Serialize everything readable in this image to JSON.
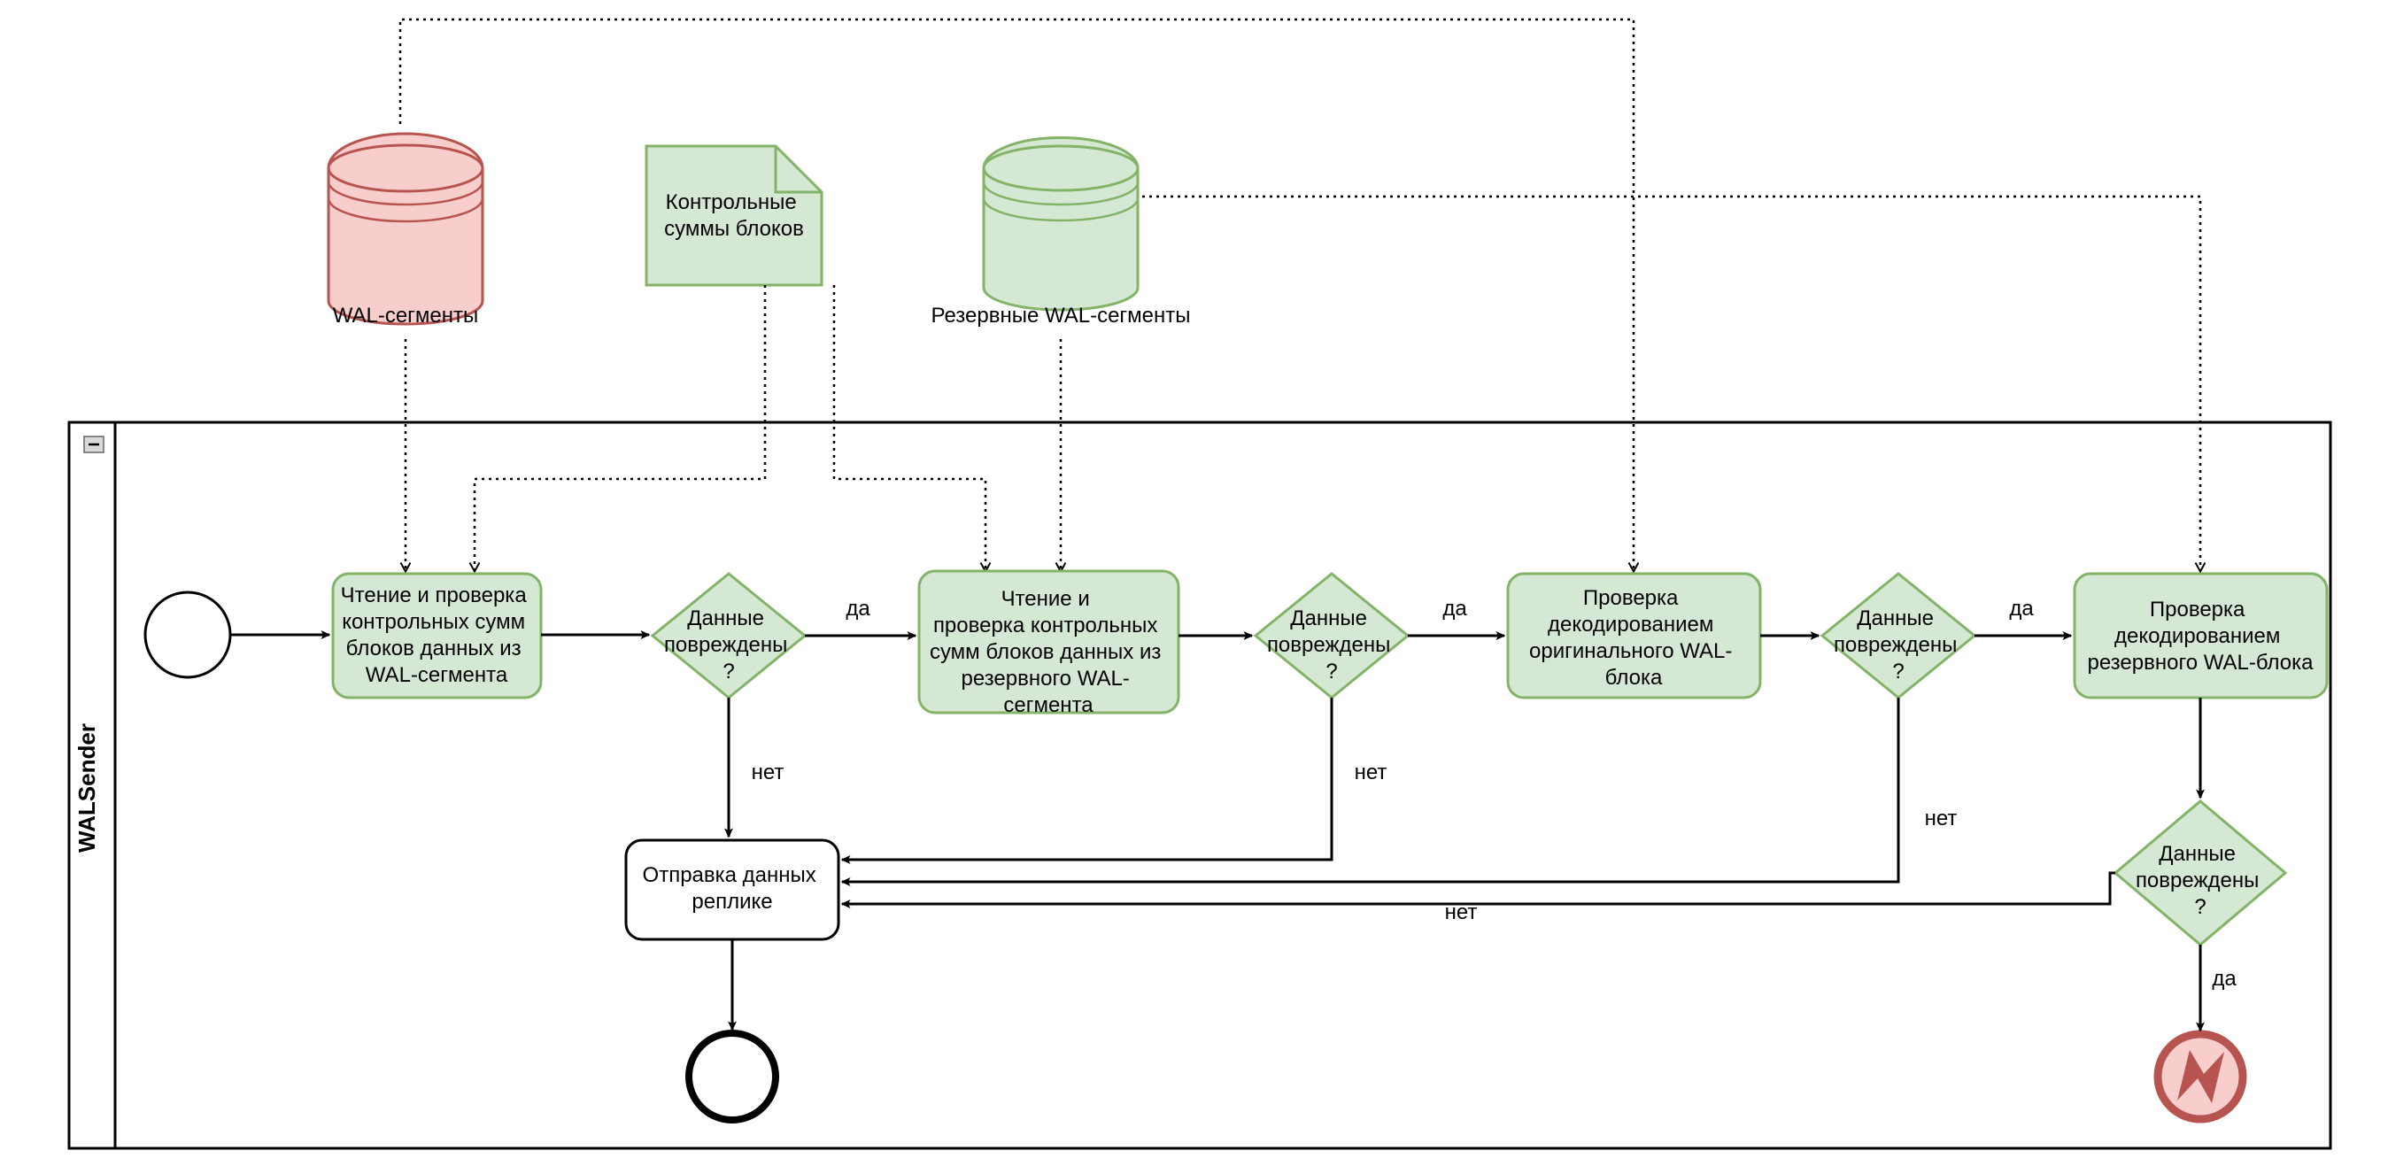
{
  "diagram": {
    "type": "bpmn-flowchart",
    "pool": {
      "label": "WALSender",
      "collapse_icon": "minus-icon"
    },
    "colors": {
      "green_fill": "#d5e8d4",
      "green_stroke": "#82b366",
      "pink_fill": "#f8cecc",
      "pink_stroke": "#b85450",
      "line": "#000000",
      "background": "#ffffff"
    },
    "data_stores": [
      {
        "id": "wal-segments",
        "label": "WAL-сегменты",
        "shape": "cylinder",
        "style": "pink"
      },
      {
        "id": "block-checksums",
        "label": "Контрольные суммы блоков",
        "shape": "note",
        "style": "green"
      },
      {
        "id": "backup-wal-segments",
        "label": "Резервные WAL-сегменты",
        "shape": "cylinder",
        "style": "green"
      }
    ],
    "events": [
      {
        "id": "start-event",
        "type": "start",
        "label": ""
      },
      {
        "id": "end-event",
        "type": "end",
        "label": ""
      },
      {
        "id": "error-end-event",
        "type": "error-end",
        "label": "",
        "icon": "lightning-bolt-icon"
      }
    ],
    "tasks": [
      {
        "id": "task-read-check-wal",
        "label": "Чтение и проверка контрольных сумм блоков данных из WAL-сегмента",
        "style": "green"
      },
      {
        "id": "task-read-check-backup-wal",
        "label": "Чтение и проверка контрольных сумм блоков данных из резервного WAL-сегмента",
        "style": "green"
      },
      {
        "id": "task-decode-original",
        "label": "Проверка декодированием оригинального WAL-блока",
        "style": "green"
      },
      {
        "id": "task-decode-backup",
        "label": "Проверка декодированием резервного WAL-блока",
        "style": "green"
      },
      {
        "id": "task-send-to-replica",
        "label": "Отправка данных реплике",
        "style": "white"
      }
    ],
    "gateways": [
      {
        "id": "gateway-1",
        "label": "Данные повреждены ?"
      },
      {
        "id": "gateway-2",
        "label": "Данные повреждены ?"
      },
      {
        "id": "gateway-3",
        "label": "Данные повреждены ?"
      },
      {
        "id": "gateway-4",
        "label": "Данные повреждены ?"
      }
    ],
    "edge_labels": {
      "yes_1": "да",
      "yes_2": "да",
      "yes_3": "да",
      "yes_4": "да",
      "no_1": "нет",
      "no_2": "нет",
      "no_3": "нет",
      "no_4": "нет"
    }
  }
}
